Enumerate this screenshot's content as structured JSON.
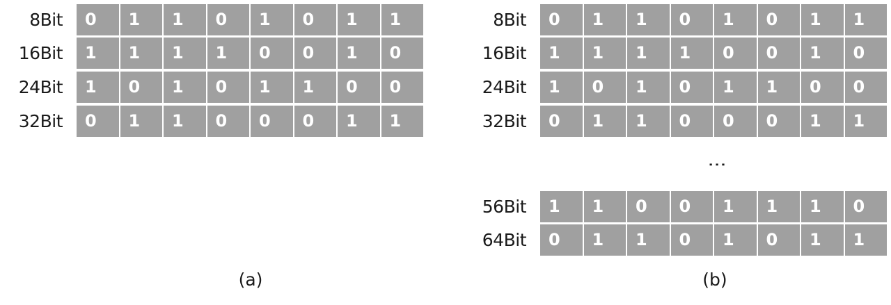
{
  "panel_a": {
    "rows": [
      {
        "label": "8Bit",
        "bits": [
          "0",
          "1",
          "1",
          "0",
          "1",
          "0",
          "1",
          "1"
        ]
      },
      {
        "label": "16Bit",
        "bits": [
          "1",
          "1",
          "1",
          "1",
          "0",
          "0",
          "1",
          "0"
        ]
      },
      {
        "label": "24Bit",
        "bits": [
          "1",
          "0",
          "1",
          "0",
          "1",
          "1",
          "0",
          "0"
        ]
      },
      {
        "label": "32Bit",
        "bits": [
          "0",
          "1",
          "1",
          "0",
          "0",
          "0",
          "1",
          "1"
        ]
      }
    ],
    "caption": "(a)"
  },
  "panel_b": {
    "rows": [
      {
        "label": "8Bit",
        "bits": [
          "0",
          "1",
          "1",
          "0",
          "1",
          "0",
          "1",
          "1"
        ]
      },
      {
        "label": "16Bit",
        "bits": [
          "1",
          "1",
          "1",
          "1",
          "0",
          "0",
          "1",
          "0"
        ]
      },
      {
        "label": "24Bit",
        "bits": [
          "1",
          "0",
          "1",
          "0",
          "1",
          "1",
          "0",
          "0"
        ]
      },
      {
        "label": "32Bit",
        "bits": [
          "0",
          "1",
          "1",
          "0",
          "0",
          "0",
          "1",
          "1"
        ]
      }
    ],
    "ellipsis": "⋮",
    "rows_after": [
      {
        "label": "56Bit",
        "bits": [
          "1",
          "1",
          "0",
          "0",
          "1",
          "1",
          "1",
          "0"
        ]
      },
      {
        "label": "64Bit",
        "bits": [
          "0",
          "1",
          "1",
          "0",
          "1",
          "0",
          "1",
          "1"
        ]
      }
    ],
    "caption": "(b)"
  },
  "colors": {
    "cell_fill": "#a0a0a0",
    "cell_text": "#ffffff"
  }
}
